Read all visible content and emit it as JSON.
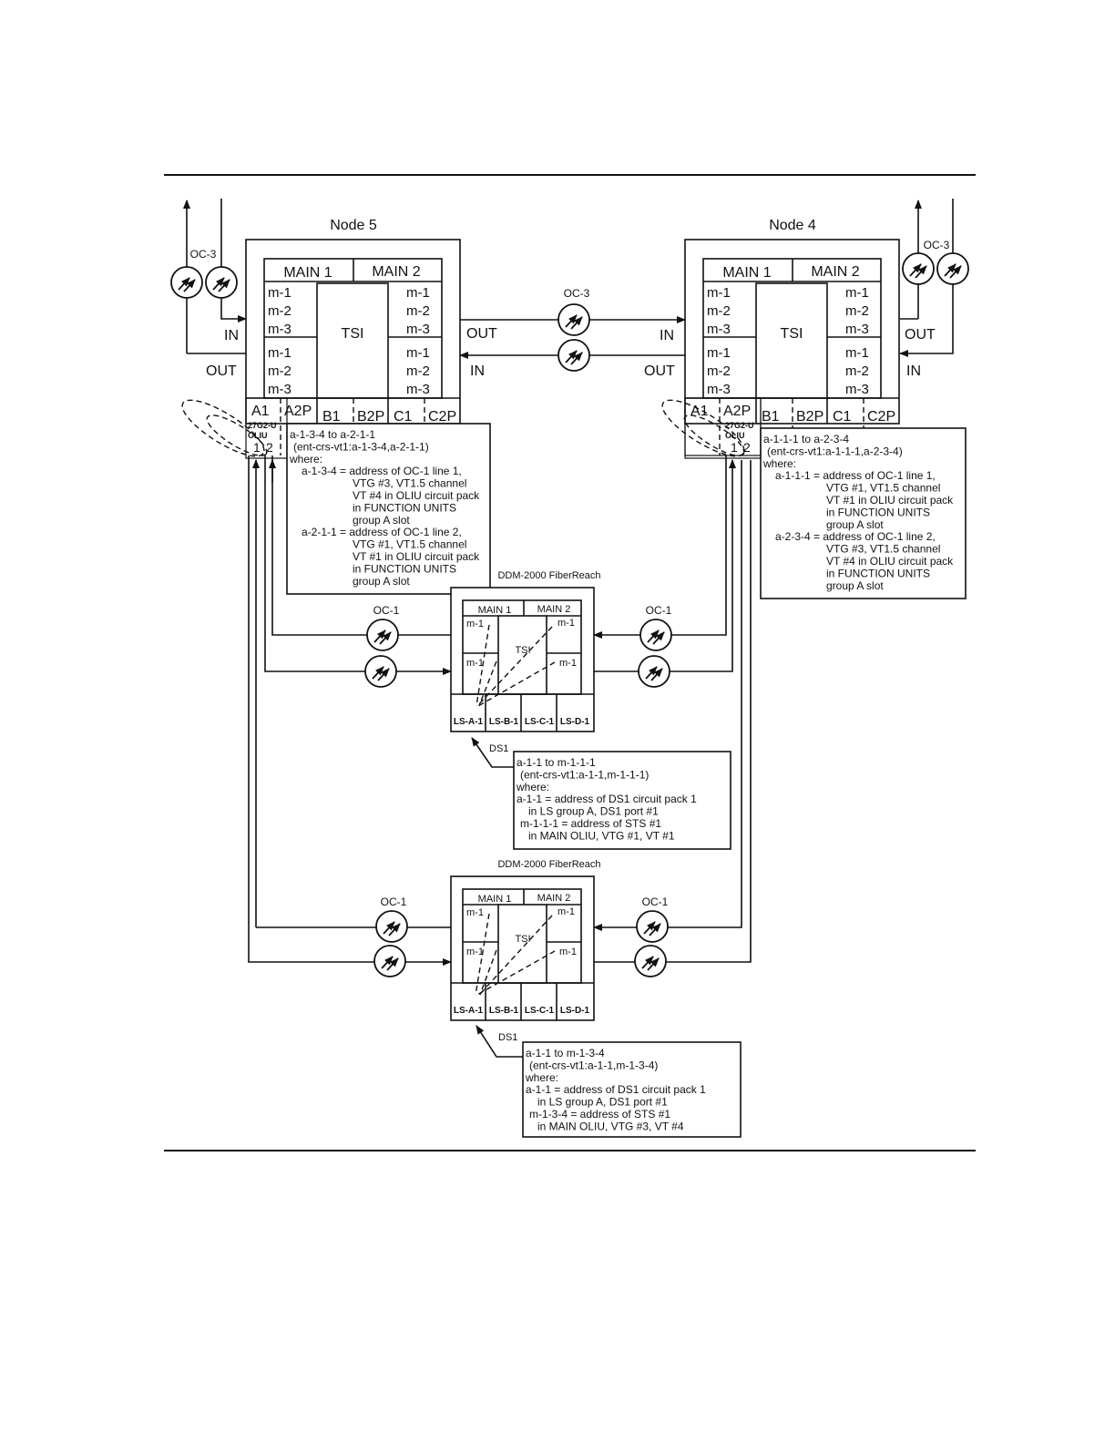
{
  "node5": {
    "title": "Node 5",
    "main1": "MAIN 1",
    "main2": "MAIN 2",
    "tsi": "TSI",
    "m_labels": [
      "m-1",
      "m-2",
      "m-3"
    ],
    "slots": [
      "A1",
      "A2P",
      "B1",
      "B2P",
      "C1",
      "C2P"
    ],
    "oliu": [
      "27G2-U",
      "OLIU",
      "1",
      "2"
    ],
    "in_label": "IN",
    "out_label": "OUT",
    "in_right": "IN",
    "out_right": "OUT",
    "oc3": "OC-3",
    "note": [
      "a-1-3-4 to a-2-1-1",
      "(ent-crs-vt1:a-1-3-4,a-2-1-1)",
      "where:",
      "a-1-3-4 = address of  OC-1 line 1,",
      "VTG #3, VT1.5 channel",
      "VT #4 in OLIU circuit pack",
      "in FUNCTION UNITS",
      "group A slot",
      "a-2-1-1 = address of OC-1 line 2,",
      "VTG #1, VT1.5 channel",
      "VT #1 in OLIU circuit pack",
      "in FUNCTION UNITS",
      "group A slot"
    ]
  },
  "node4": {
    "title": "Node 4",
    "main1": "MAIN 1",
    "main2": "MAIN 2",
    "tsi": "TSI",
    "m_labels": [
      "m-1",
      "m-2",
      "m-3"
    ],
    "slots": [
      "A1",
      "A2P",
      "B1",
      "B2P",
      "C1",
      "C2P"
    ],
    "oliu": [
      "27G2-U",
      "OLIU",
      "1",
      "2"
    ],
    "in_label": "IN",
    "out_label": "OUT",
    "in_right": "IN",
    "out_right": "OUT",
    "oc3": "OC-3",
    "note": [
      "a-1-1-1 to a-2-3-4",
      "(ent-crs-vt1:a-1-1-1,a-2-3-4)",
      "where:",
      "a-1-1-1 = address of  OC-1 line 1,",
      "VTG #1, VT1.5 channel",
      "VT #1 in OLIU circuit pack",
      "in FUNCTION UNITS",
      "group A slot",
      "a-2-3-4 = address of OC-1 line 2,",
      "VTG #3, VT1.5 channel",
      "VT #4 in OLIU circuit pack",
      "in FUNCTION UNITS",
      "group A slot"
    ]
  },
  "link_oc3": "OC-3",
  "ddm1": {
    "title": "DDM-2000 FiberReach",
    "main1": "MAIN 1",
    "main2": "MAIN 2",
    "tsi": "TSI",
    "m": "m-1",
    "slots": [
      "LS-A-1",
      "LS-B-1",
      "LS-C-1",
      "LS-D-1"
    ],
    "oc1_left": "OC-1",
    "oc1_right": "OC-1",
    "ds1": "DS1",
    "note": [
      "a-1-1 to m-1-1-1",
      "(ent-crs-vt1:a-1-1,m-1-1-1)",
      "where:",
      "a-1-1 = address of DS1 circuit pack 1",
      "in LS group A, DS1 port #1",
      "m-1-1-1 = address of  STS #1",
      "in MAIN OLIU, VTG #1, VT #1"
    ]
  },
  "ddm2": {
    "title": "DDM-2000 FiberReach",
    "main1": "MAIN 1",
    "main2": "MAIN 2",
    "tsi": "TSI",
    "m": "m-1",
    "slots": [
      "LS-A-1",
      "LS-B-1",
      "LS-C-1",
      "LS-D-1"
    ],
    "oc1_left": "OC-1",
    "oc1_right": "OC-1",
    "ds1": "DS1",
    "note": [
      "a-1-1 to m-1-3-4",
      "(ent-crs-vt1:a-1-1,m-1-3-4)",
      "where:",
      "a-1-1 = address of DS1 circuit pack 1",
      "in LS group A, DS1 port #1",
      "m-1-3-4 = address of  STS #1",
      "in MAIN OLIU, VTG #3, VT #4"
    ]
  }
}
